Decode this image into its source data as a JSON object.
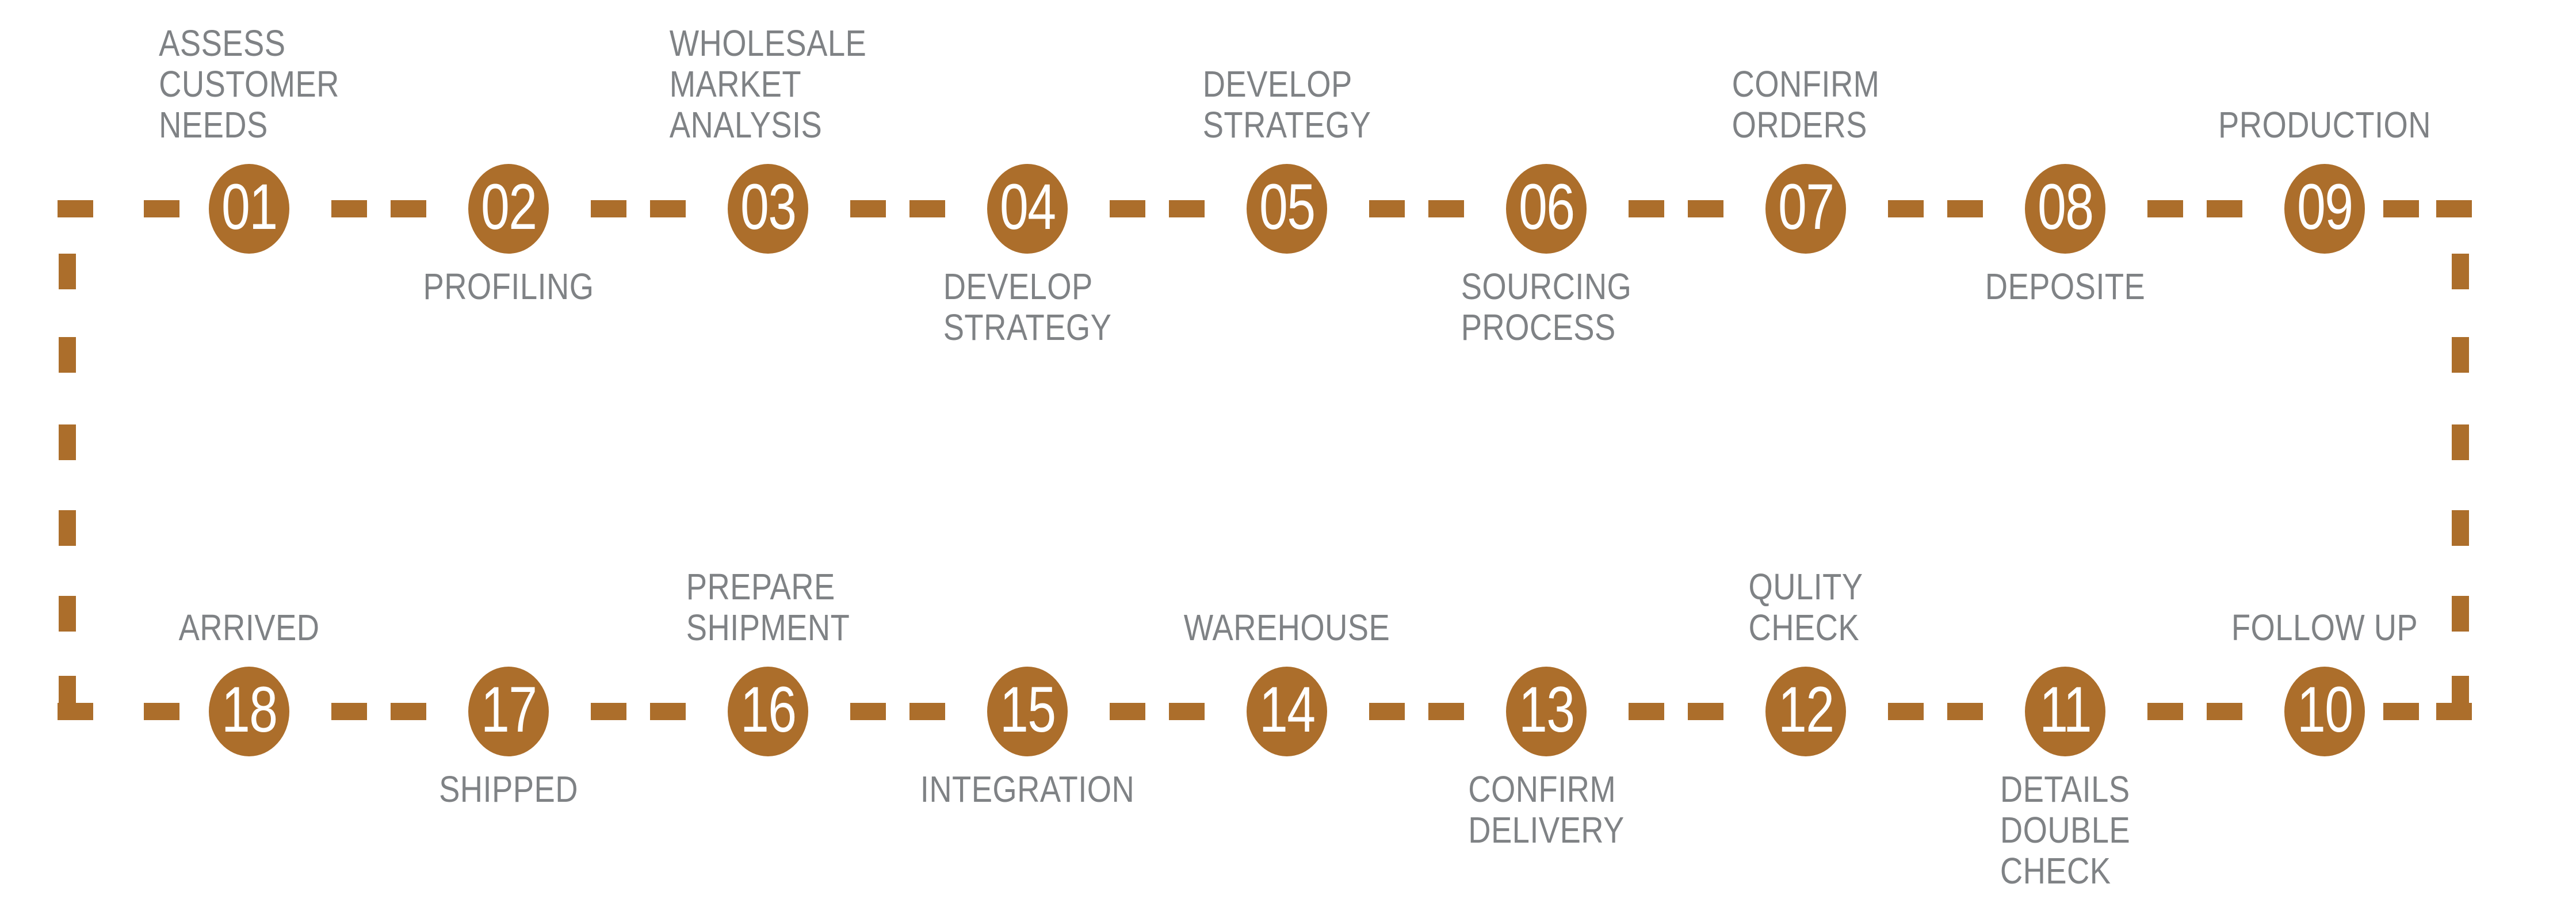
{
  "diagram": {
    "colors": {
      "accent_brown": "#AC6E2B",
      "label_gray": "#7F8285",
      "number_white": "#FFFFFF",
      "background": "#FFFFFF"
    },
    "rows": {
      "top": {
        "steps": [
          {
            "number": "01",
            "label": "ASSESS\nCUSTOMER\nNEEDS",
            "label_position": "above"
          },
          {
            "number": "02",
            "label": "PROFILING",
            "label_position": "below"
          },
          {
            "number": "03",
            "label": "WHOLESALE\nMARKET\nANALYSIS",
            "label_position": "above"
          },
          {
            "number": "04",
            "label": "DEVELOP\nSTRATEGY",
            "label_position": "below"
          },
          {
            "number": "05",
            "label": "DEVELOP\nSTRATEGY",
            "label_position": "above"
          },
          {
            "number": "06",
            "label": "SOURCING\nPROCESS",
            "label_position": "below"
          },
          {
            "number": "07",
            "label": "CONFIRM\nORDERS",
            "label_position": "above"
          },
          {
            "number": "08",
            "label": "DEPOSITE",
            "label_position": "below"
          },
          {
            "number": "09",
            "label": "PRODUCTION",
            "label_position": "above"
          }
        ]
      },
      "bottom": {
        "steps": [
          {
            "number": "18",
            "label": "ARRIVED",
            "label_position": "above"
          },
          {
            "number": "17",
            "label": "SHIPPED",
            "label_position": "below"
          },
          {
            "number": "16",
            "label": "PREPARE\nSHIPMENT",
            "label_position": "above"
          },
          {
            "number": "15",
            "label": "INTEGRATION",
            "label_position": "below"
          },
          {
            "number": "14",
            "label": "WAREHOUSE",
            "label_position": "above"
          },
          {
            "number": "13",
            "label": "CONFIRM\nDELIVERY",
            "label_position": "below"
          },
          {
            "number": "12",
            "label": "QULITY\nCHECK",
            "label_position": "above"
          },
          {
            "number": "11",
            "label": "DETAILS\nDOUBLE\nCHECK",
            "label_position": "below"
          },
          {
            "number": "10",
            "label": "FOLLOW UP",
            "label_position": "above"
          }
        ]
      }
    }
  }
}
